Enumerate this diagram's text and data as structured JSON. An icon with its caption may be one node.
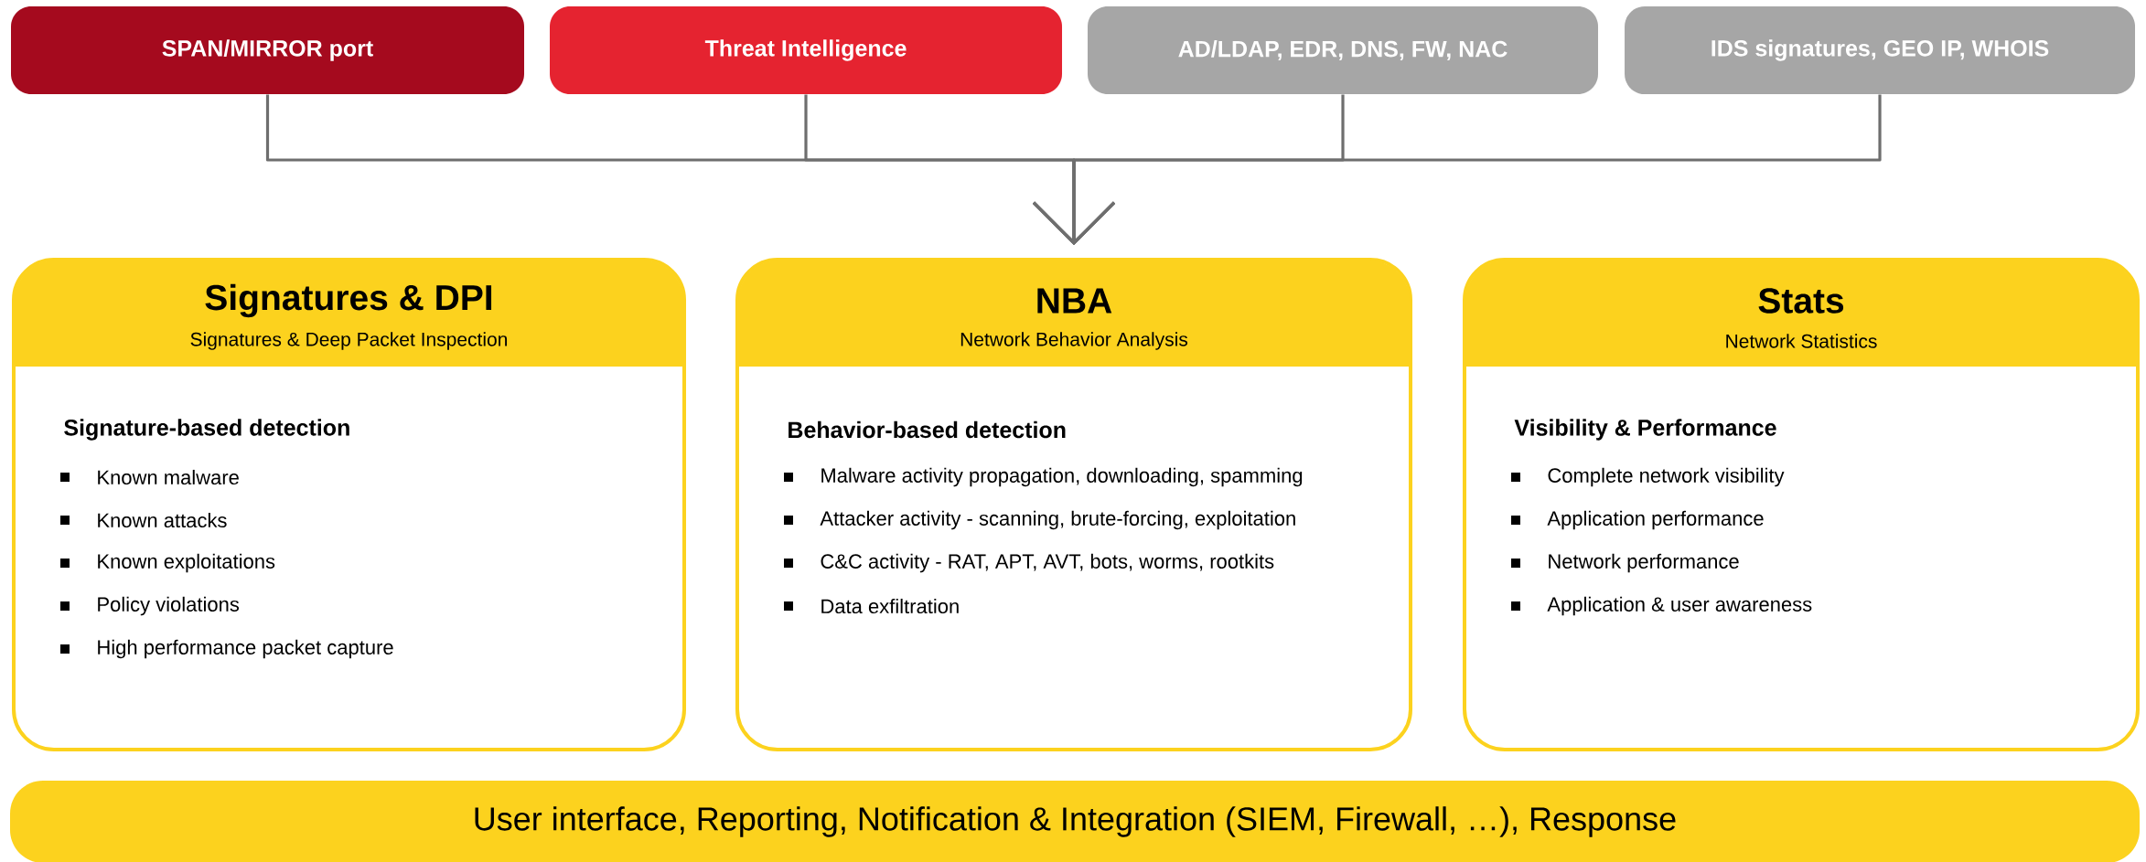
{
  "diagram": {
    "nodes": [
      {
        "text": [
          "SPAN/MIRROR port"
        ]
      },
      {
        "text": [
          "Threat Intelligence"
        ]
      },
      {
        "text": [
          "AD/LDAP, EDR, DNS, FW, NAC"
        ]
      },
      {
        "text": [
          "IDS signatures, GEO IP, WHOIS"
        ]
      },
      {
        "text": [
          "Signatures & DPI",
          "Signatures & Deep Packet Inspection",
          "Signature-based detection",
          "Known malware",
          "Known attacks",
          "Known exploitations",
          "Policy violations",
          "High performance packet capture"
        ]
      },
      {
        "text": [
          "NBA",
          "Network Behavior Analysis",
          "Behavior-based detection",
          "Malware activity propagation, downloading, spamming",
          "Attacker activity - scanning, brute-forcing, exploitation",
          "C&C activity - RAT, APT, AVT, bots, worms, rootkits",
          "Data exfiltration"
        ]
      },
      {
        "text": [
          "Stats",
          "Network Statistics",
          "Visibility & Performance",
          "Complete network visibility",
          "Application performance",
          "Network performance",
          "Application & user awareness"
        ]
      },
      {
        "text": [
          "User interface, Reporting, Notification & Integration (SIEM, Firewall, …), Response"
        ]
      }
    ],
    "edges": [
      {
        "from": 0,
        "to": 5,
        "arrow": "to"
      },
      {
        "from": 1,
        "to": 5,
        "arrow": "to"
      },
      {
        "from": 2,
        "to": 5,
        "arrow": "to"
      },
      {
        "from": 3,
        "to": 5,
        "arrow": "to"
      }
    ]
  }
}
